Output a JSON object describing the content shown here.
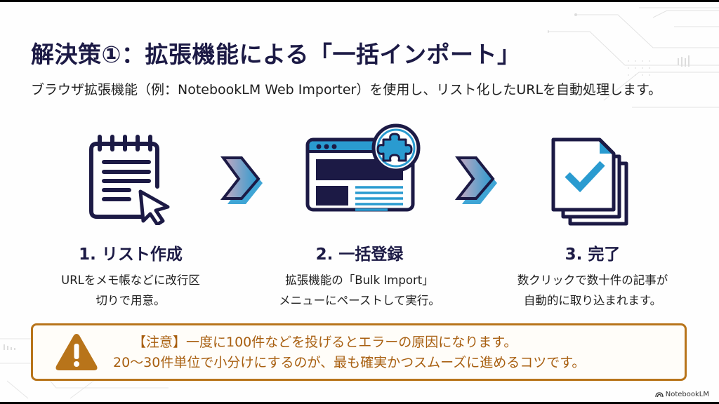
{
  "slide": {
    "title": "解決策①：拡張機能による「一括インポート」",
    "subtitle": "ブラウザ拡張機能（例：NotebookLM Web Importer）を使用し、リスト化したURLを自動処理します。",
    "steps": [
      {
        "icon": "notepad-cursor-icon",
        "title": "1. リスト作成",
        "desc_line1": "URLをメモ帳などに改行区",
        "desc_line2": "切りで用意。"
      },
      {
        "icon": "browser-extension-icon",
        "title": "2. 一括登録",
        "desc_line1": "拡張機能の「Bulk Import」",
        "desc_line2": "メニューにペーストして実行。"
      },
      {
        "icon": "documents-check-icon",
        "title": "3. 完了",
        "desc_line1": "数クリックで数十件の記事が",
        "desc_line2": "自動的に取り込まれます。"
      }
    ],
    "arrows": [
      "chevron-right-icon",
      "chevron-right-icon"
    ],
    "warning": {
      "icon": "warning-triangle-icon",
      "line1": "【注意】一度に100件などを投げるとエラーの原因になります。",
      "line2": "20〜30件単位で小分けにするのが、最も確実かつスムーズに進めるコツです。"
    },
    "brand": "NotebookLM"
  },
  "colors": {
    "title": "#1c1a45",
    "accent_blue": "#2a9bd0",
    "navy": "#1c1a45",
    "warning": "#b8741a"
  }
}
